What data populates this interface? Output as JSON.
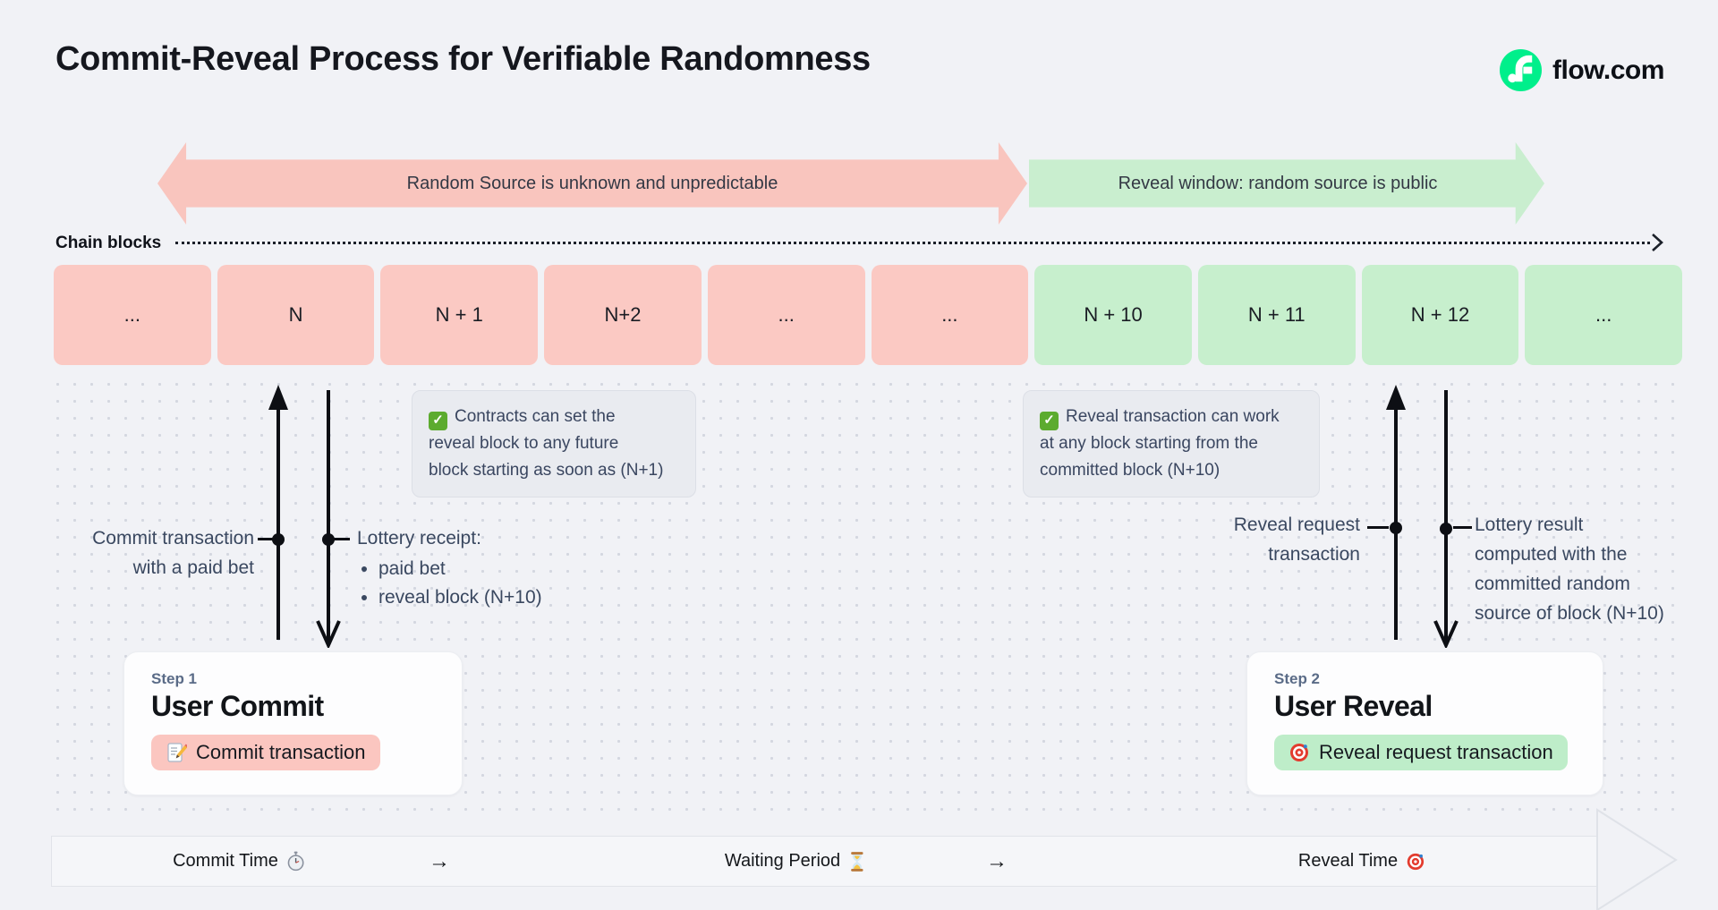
{
  "header": {
    "title": "Commit-Reveal Process for Verifiable Randomness",
    "brand": "flow.com",
    "brand_color": "#00EF8B"
  },
  "icons": {
    "check": "✓"
  },
  "phases": {
    "commit": {
      "label": "Random Source is unknown and unpredictable",
      "color": "#F9C5BE"
    },
    "reveal": {
      "label": "Reveal window: random source is public",
      "color": "#C9EECF"
    }
  },
  "chain": {
    "label": "Chain blocks",
    "blocks": [
      {
        "label": "...",
        "phase": "commit"
      },
      {
        "label": "N",
        "phase": "commit"
      },
      {
        "label": "N + 1",
        "phase": "commit"
      },
      {
        "label": "N+2",
        "phase": "commit"
      },
      {
        "label": "...",
        "phase": "commit"
      },
      {
        "label": "...",
        "phase": "commit"
      },
      {
        "label": "N + 10",
        "phase": "reveal"
      },
      {
        "label": "N + 11",
        "phase": "reveal"
      },
      {
        "label": "N + 12",
        "phase": "reveal"
      },
      {
        "label": "...",
        "phase": "reveal"
      }
    ]
  },
  "annotations": {
    "commit_tx": {
      "line1": "Commit transaction",
      "line2": "with a paid bet"
    },
    "lottery_receipt": {
      "title": "Lottery receipt:",
      "bullets": [
        "paid bet",
        "reveal block (N+10)"
      ]
    },
    "note_commit": {
      "lines": [
        "Contracts can set the",
        "reveal block to any future",
        "block starting as soon as (N+1)"
      ]
    },
    "note_reveal": {
      "lines": [
        "Reveal transaction can work",
        "at any block starting from the",
        "committed block (N+10)"
      ]
    },
    "reveal_tx": {
      "line1": "Reveal request",
      "line2": "transaction"
    },
    "lottery_result": {
      "lines": [
        "Lottery result",
        "computed with the",
        "committed random",
        "source of block (N+10)"
      ]
    }
  },
  "steps": [
    {
      "eyebrow": "Step 1",
      "title": "User Commit",
      "badge": "Commit transaction",
      "badge_color": "#FBC6C0",
      "badge_icon": "memo-icon"
    },
    {
      "eyebrow": "Step 2",
      "title": "User Reveal",
      "badge": "Reveal request transaction",
      "badge_color": "#BEEDC9",
      "badge_icon": "target-icon"
    }
  ],
  "timeline": {
    "items": [
      {
        "label": "Commit Time",
        "icon": "stopwatch-icon"
      },
      {
        "label": "→"
      },
      {
        "label": "Waiting Period",
        "icon": "hourglass-icon"
      },
      {
        "label": "→"
      },
      {
        "label": "Reveal Time",
        "icon": "target-icon"
      }
    ]
  }
}
